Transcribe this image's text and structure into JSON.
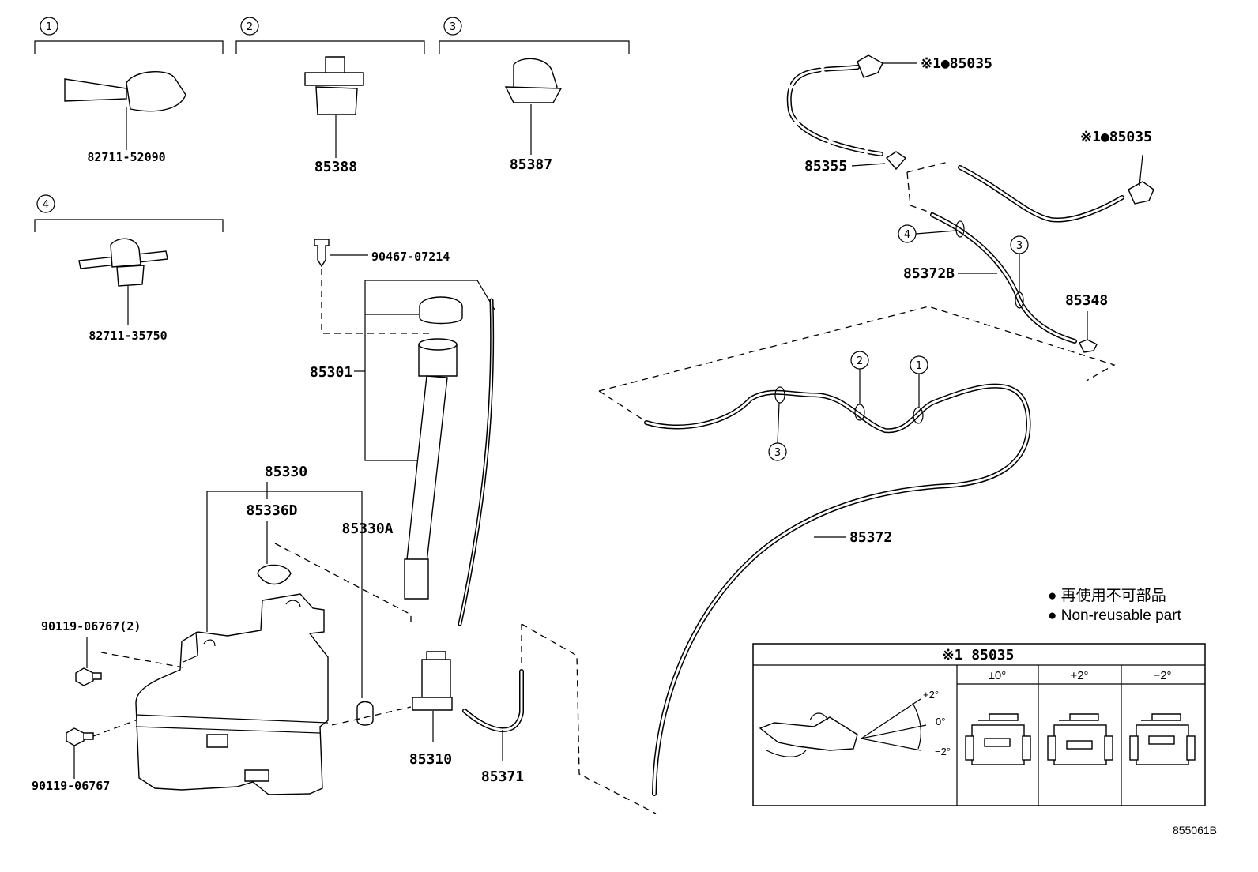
{
  "groups": [
    {
      "num": "1",
      "part": "82711-52090"
    },
    {
      "num": "2",
      "part": "85388"
    },
    {
      "num": "3",
      "part": "85387"
    },
    {
      "num": "4",
      "part": "82711-35750"
    }
  ],
  "labels": {
    "clip": "90467-07214",
    "inlet": "85301",
    "tank_assy": "85330",
    "grommet": "85336D",
    "tank": "85330A",
    "bolt_a": "90119-06767(2)",
    "bolt_b": "90119-06767",
    "pump": "85310",
    "pump_hose": "85371",
    "nozzle_top": "※1●85035",
    "nozzle_right": "※1●85035",
    "joint": "85355",
    "hose_b": "85372B",
    "check_valve": "85348",
    "hose_main": "85372"
  },
  "callouts": {
    "hose_b_left": "4",
    "hose_b_right": "3",
    "hose_2": "2",
    "hose_1": "1",
    "hose_3": "3"
  },
  "legend": {
    "jp": "● 再使用不可部品",
    "en": "● Non-reusable part"
  },
  "table": {
    "title": "※1 85035",
    "columns": [
      "±0°",
      "+2°",
      "−2°"
    ],
    "angles": [
      "+2°",
      "0°",
      "−2°"
    ]
  },
  "diagram_code": "855061B"
}
